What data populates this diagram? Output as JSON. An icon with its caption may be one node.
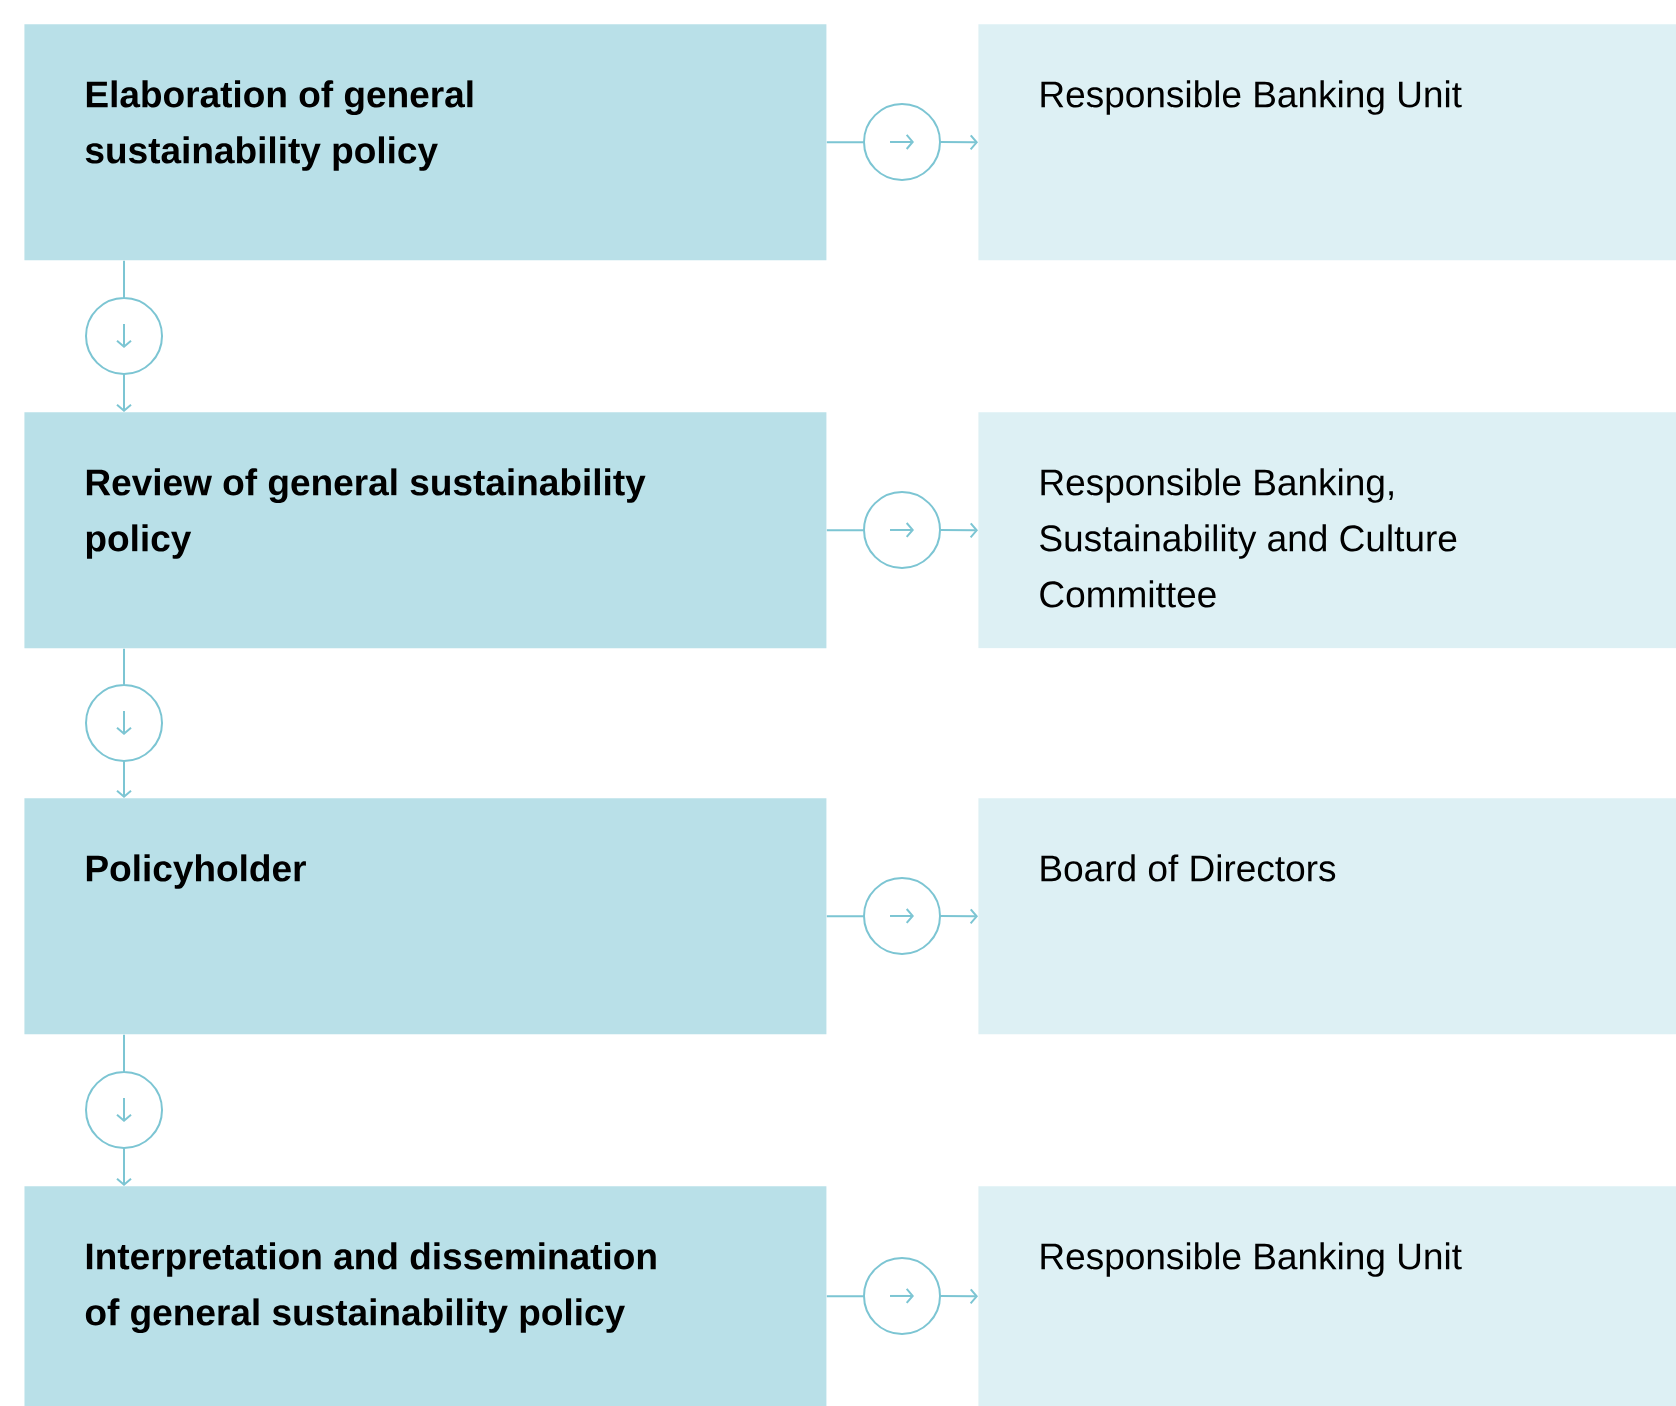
{
  "diagram": {
    "nodes": [
      {
        "text": [
          "Elaboration of general sustainability policy"
        ]
      },
      {
        "text": [
          "Responsible Banking Unit"
        ]
      },
      {
        "text": [
          "Review of general sustainability policy"
        ]
      },
      {
        "text": [
          "Responsible Banking, Sustainability and Culture Committee"
        ]
      },
      {
        "text": [
          "Policyholder"
        ]
      },
      {
        "text": [
          "Board of Directors"
        ]
      },
      {
        "text": [
          "Interpretation and dissemination of general sustainability policy"
        ]
      },
      {
        "text": [
          "Responsible Banking Unit"
        ]
      }
    ],
    "edges": [
      {
        "from": 0,
        "to": 1,
        "arrow": "to"
      },
      {
        "from": 0,
        "to": 2,
        "arrow": "to"
      },
      {
        "from": 2,
        "to": 3,
        "arrow": "to"
      },
      {
        "from": 2,
        "to": 4,
        "arrow": "to"
      },
      {
        "from": 4,
        "to": 5,
        "arrow": "to"
      },
      {
        "from": 4,
        "to": 6,
        "arrow": "to"
      },
      {
        "from": 6,
        "to": 7,
        "arrow": "to"
      }
    ]
  }
}
